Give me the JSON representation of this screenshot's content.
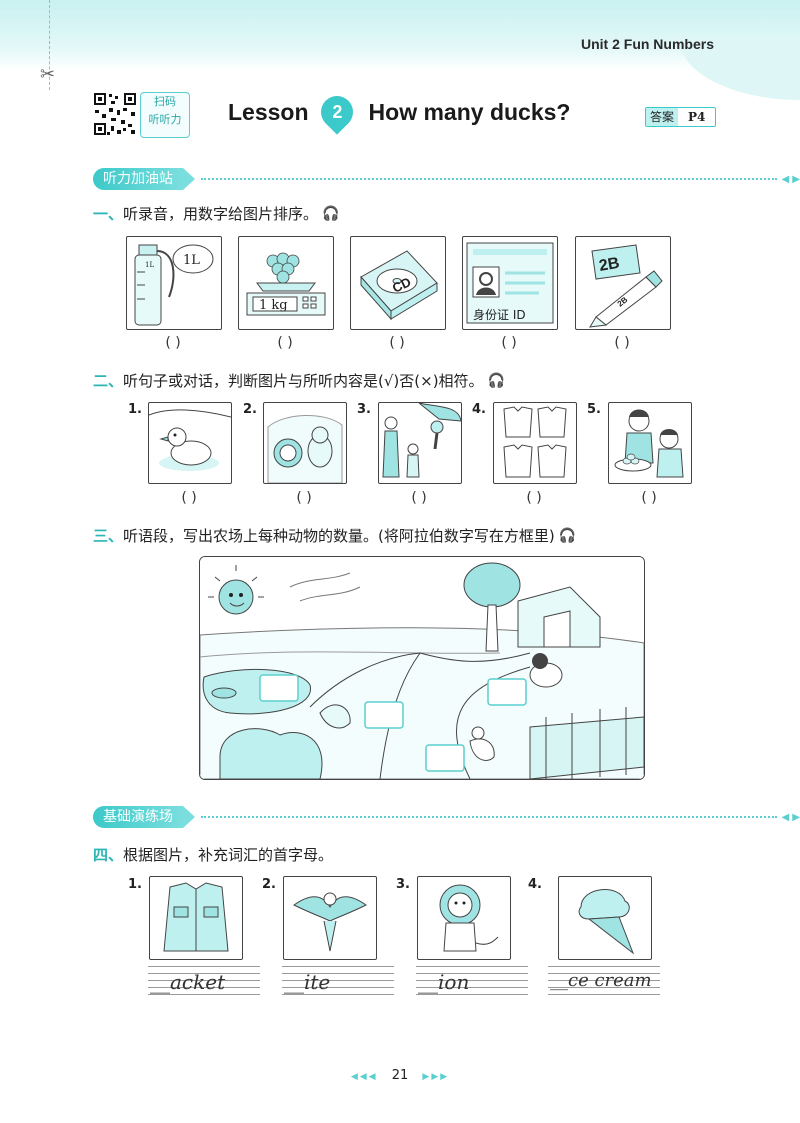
{
  "header": {
    "unit_title": "Unit 2   Fun Numbers"
  },
  "scan_tag": {
    "line1": "扫码",
    "line2": "听听力"
  },
  "lesson": {
    "prefix": "Lesson",
    "number": "2",
    "title": "How many ducks?"
  },
  "answer": {
    "label": "答案",
    "page": "P4"
  },
  "sections": [
    {
      "label": "听力加油站"
    },
    {
      "label": "基础演练场"
    }
  ],
  "q1": {
    "num": "一、",
    "text": "听录音，用数字给图片排序。",
    "pics": [
      {
        "bubble": "1L",
        "mark": "1L"
      },
      {
        "label": "1 kg"
      },
      {
        "label": "CD"
      },
      {
        "label": "身份证 ID"
      },
      {
        "label": "2B",
        "label2": "2B"
      }
    ],
    "paren": "(        )"
  },
  "q2": {
    "num": "二、",
    "text": "听句子或对话，判断图片与所听内容是(√)否(×)相符。",
    "items": [
      "1.",
      "2.",
      "3.",
      "4.",
      "5."
    ],
    "paren": "(        )"
  },
  "q3": {
    "num": "三、",
    "text": "听语段，写出农场上每种动物的数量。(将阿拉伯数字写在方框里)"
  },
  "q4": {
    "num": "四、",
    "text": "根据图片，补充词汇的首字母。",
    "items": [
      {
        "num": "1.",
        "word": "__acket",
        "icon": "jacket-icon"
      },
      {
        "num": "2.",
        "word": "__ite",
        "icon": "kite-icon"
      },
      {
        "num": "3.",
        "word": "__ion",
        "icon": "lion-icon"
      },
      {
        "num": "4.",
        "word": "__ce cream",
        "icon": "ice-cream-icon"
      }
    ]
  },
  "footer": {
    "page": "21"
  },
  "colors": {
    "accent": "#3cc9c9",
    "accent_light": "#c9f1f1"
  }
}
